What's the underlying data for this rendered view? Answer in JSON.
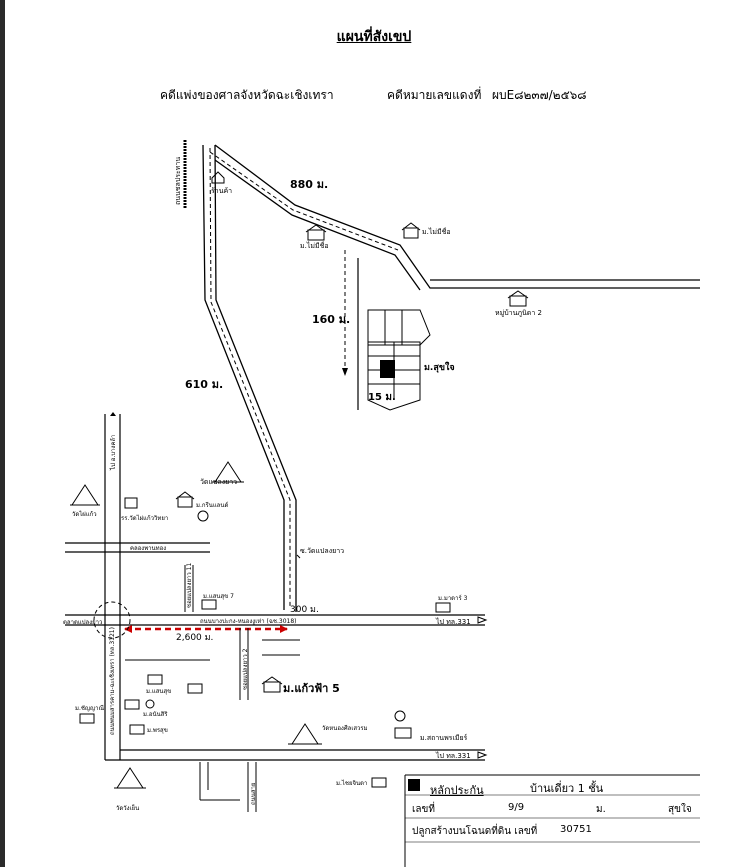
{
  "header": {
    "title": "แผนที่สังเขป",
    "court": "คดีแพ่งของศาลจังหวัดฉะเชิงเทรา",
    "case_label": "คดีหมายเลขแดงที่",
    "case_number": "ผบE๘๒๓๗/๒๕๖๘"
  },
  "distances": {
    "d880": "880 ม.",
    "d160": "160 ม.",
    "d610": "610 ม.",
    "d300": "300 ม.",
    "d2600": "2,600 ม.",
    "d15": "15 ม."
  },
  "places": {
    "shop": "ร้านค้า",
    "village_unnamed_top": "ม.ไม่มีชื่อ",
    "village_unnamed_left": "ม.ไม่มีชื่อ",
    "village_moo2": "หมู่บ้านภูนิดา 2",
    "village_sukjai": "ม.สุขใจ",
    "temple_plaeng_yao": "วัดแปลงยาว",
    "temple_wai_kru": "วัดไผ่แก้ว",
    "school": "รร.วัดไผ่แก้ววิทยา",
    "village_green": "ม.กรีนแลนด์",
    "soi_plaeng_yao": "ซ.วัดแปลงยาว",
    "village_plus": "ม.แสนสุข 7",
    "village_mata": "ม.มาดาร์ 3",
    "road_main": "ถนนบางปะกง-หนองงูเห่า (ฉช.3018)",
    "to_331_top": "ไป ทล.331",
    "to_331_bottom": "ไป ทล.331",
    "market": "ตลาดแปลงยาว",
    "to_bangkla": "ไป อ.บางคล้า",
    "road_left": "ถนนพนมสารคาม-ฉะเชิงเทรา (ทล.3121)",
    "village_kaewfa": "ม.แก้วฟ้า 5",
    "village_saensuk": "ม.แสนสุข",
    "village_anan": "ม.อนันสิริ",
    "village_pornsuk": "ม.พรสุข",
    "village_chanya": "ม.ชัญญาณี",
    "temple_nongsri": "วัดหนองศีลเสวรม",
    "village_santhiya": "ม.สถานพรเมียร์",
    "village_chai": "ม.ไชยจินดา",
    "temple_bottom": "วัดวังเย็น",
    "north_road_label": "ถนนชลประทาน",
    "canal_label": "คลองพานทอง",
    "sub_soi": "ซอยแปลงยาว 11",
    "soi_2": "ซอยแปลงยาว 2",
    "bottom_road": "ถนนสาย"
  },
  "legend": {
    "title": "หลักประกัน",
    "type": "บ้านเดี่ยว 1 ชั้น",
    "no_label": "เลขที่",
    "no_value": "9/9",
    "moo_label": "ม.",
    "village_value": "สุขใจ",
    "deed_label": "ปลูกสร้างบนโฉนดที่ดิน เลขที่",
    "deed_value": "30751"
  }
}
